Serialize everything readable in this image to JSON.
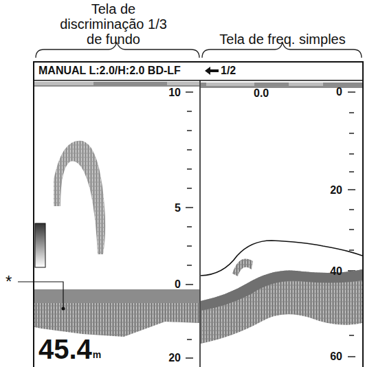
{
  "diagram": {
    "labels": [
      "Tela de discriminação 1/3 de fundo",
      "Tela de freq. simples",
      "MANUAL L:2.0/H:2.0 BD-LF",
      "1/2",
      "10",
      "5",
      "0",
      "20",
      "0.0",
      "0",
      "20",
      "40",
      "60",
      "45.4",
      "m",
      "*"
    ]
  }
}
